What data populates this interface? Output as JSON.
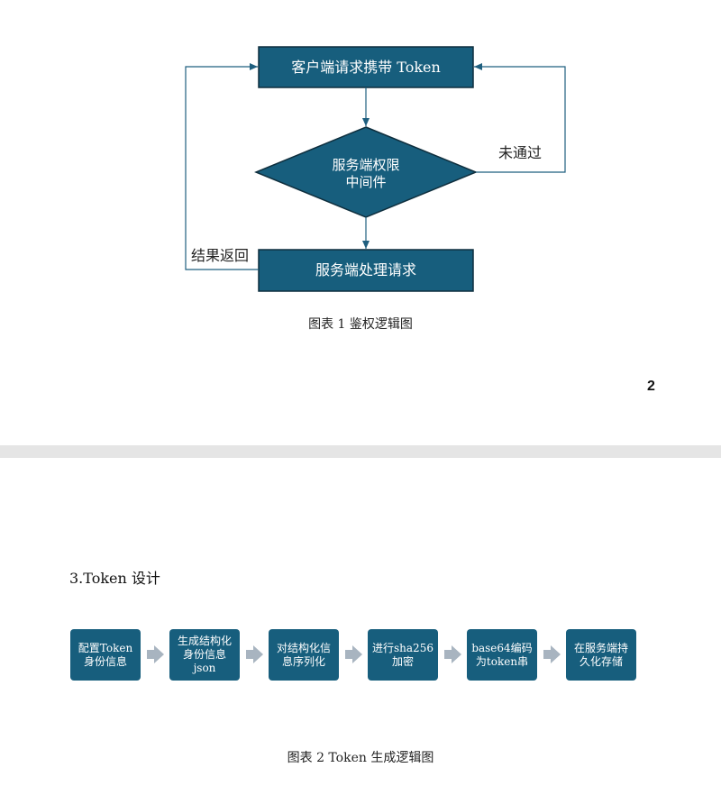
{
  "figure1": {
    "top_box": "客户端请求携带 Token",
    "decision_line1": "服务端权限",
    "decision_line2": "中间件",
    "bottom_box": "服务端处理请求",
    "label_fail": "未通过",
    "label_return": "结果返回",
    "caption": "图表 1 鉴权逻辑图"
  },
  "page_number": "2",
  "section_heading": "3.Token 设计",
  "figure2": {
    "steps": [
      {
        "text": "配置Token\n身份信息"
      },
      {
        "text": "生成结构化\n身份信息\njson"
      },
      {
        "text": "对结构化信\n息序列化"
      },
      {
        "text": "进行sha256\n加密"
      },
      {
        "text": "base64编码\n为token串"
      },
      {
        "text": "在服务端持\n久化存储"
      }
    ],
    "caption": "图表 2 Token 生成逻辑图"
  },
  "colors": {
    "box_fill": "#175e7d",
    "box_border": "#0f2f3e",
    "connector": "#1f5f7f",
    "step_arrow": "#a8b4c0"
  }
}
